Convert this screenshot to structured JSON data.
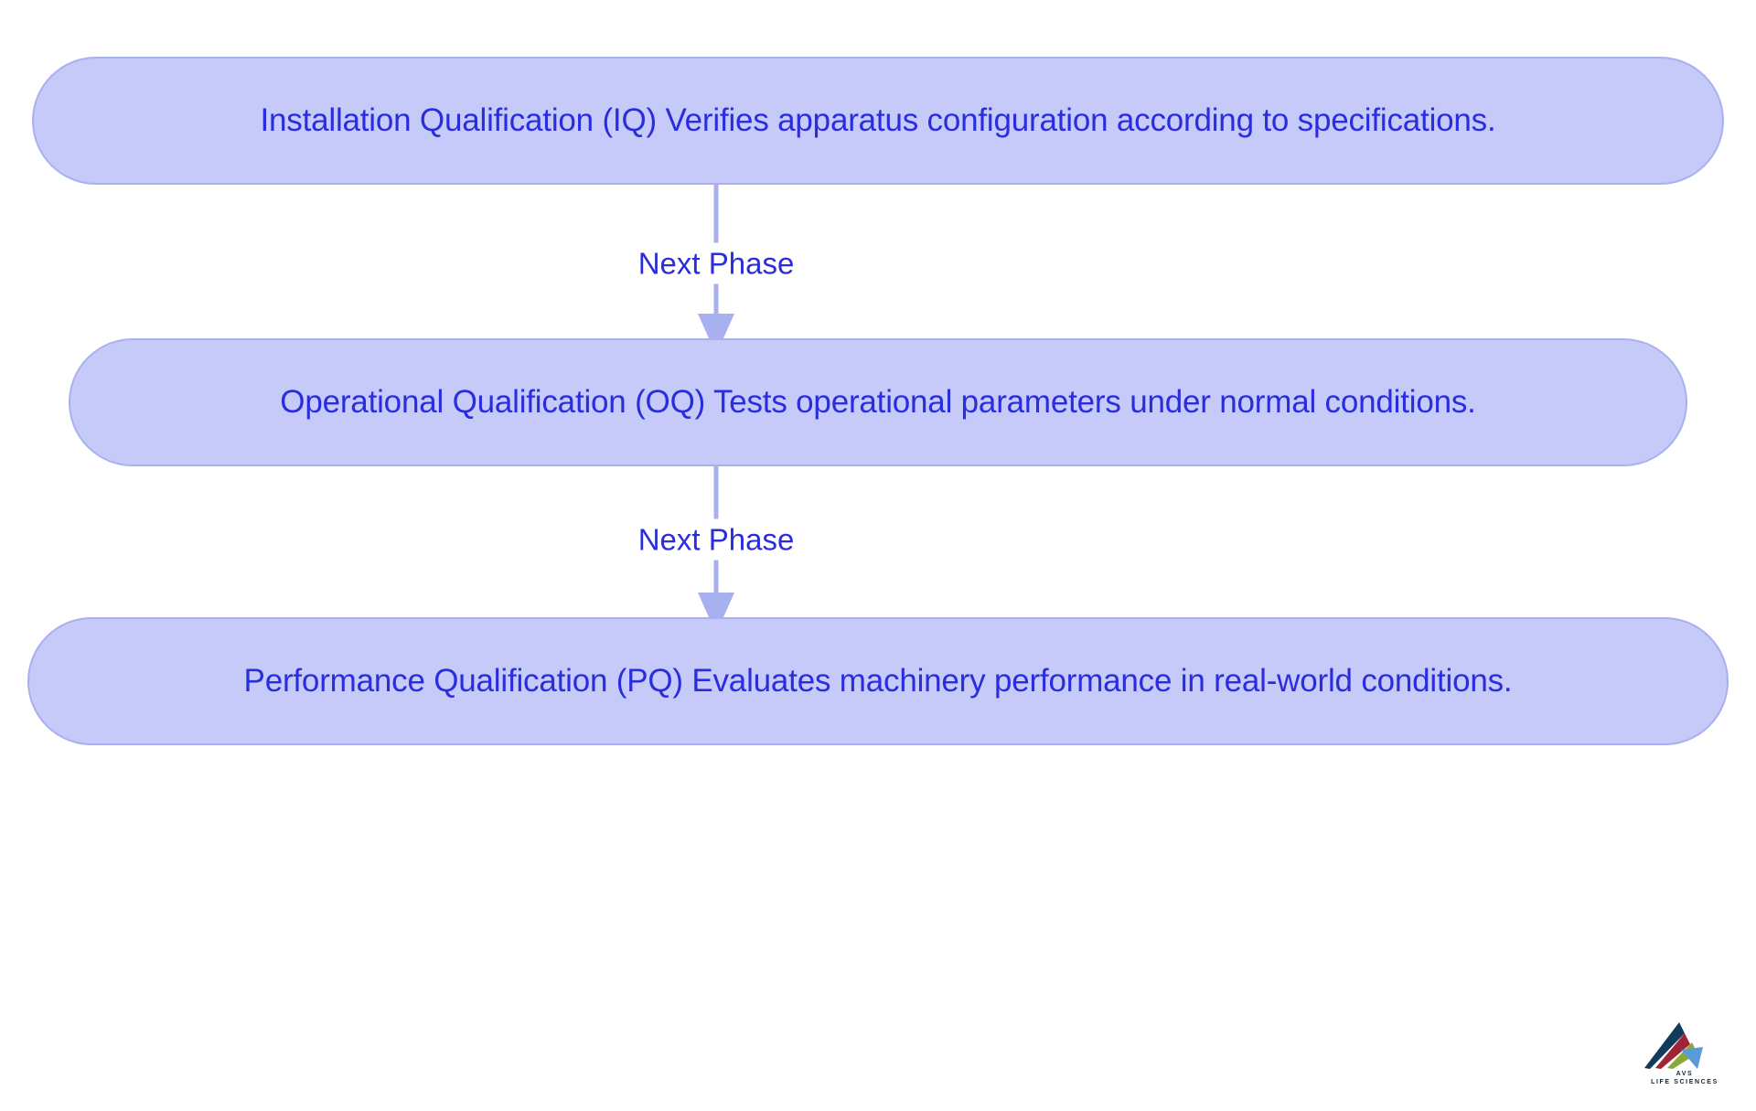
{
  "diagram": {
    "type": "flowchart",
    "direction": "top-to-bottom",
    "background_color": "#ffffff",
    "node_fill_color": "#c6caf8",
    "node_border_color": "#a9b0ef",
    "node_text_color": "#2a2ddd",
    "edge_color": "#a9b0ef",
    "edge_label_color": "#2a2ddd",
    "nodes": [
      {
        "id": "iq",
        "label": "Installation Qualification (IQ) Verifies apparatus configuration according to specifications."
      },
      {
        "id": "oq",
        "label": "Operational Qualification (OQ) Tests operational parameters under normal conditions."
      },
      {
        "id": "pq",
        "label": "Performance Qualification (PQ) Evaluates machinery performance in real-world conditions."
      }
    ],
    "edges": [
      {
        "id": "iq-oq",
        "from": "iq",
        "to": "oq",
        "label": "Next Phase"
      },
      {
        "id": "oq-pq",
        "from": "oq",
        "to": "pq",
        "label": "Next Phase"
      }
    ]
  },
  "branding": {
    "logo_icon": "avs-triangles-icon",
    "name_line1": "AVS",
    "name_line2": "LIFE SCIENCES",
    "colors": {
      "navy": "#123a5c",
      "red": "#9e2436",
      "green": "#8aa83c",
      "blue": "#5b9bd5",
      "text": "#15242e"
    }
  }
}
